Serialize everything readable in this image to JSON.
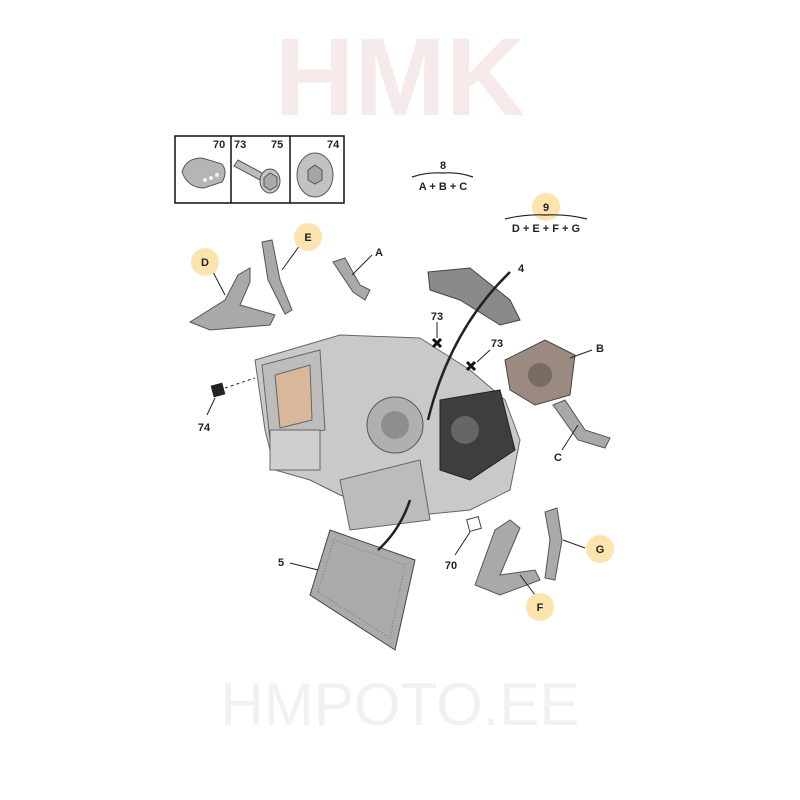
{
  "fastener_box": {
    "cells": [
      {
        "labels": [
          "70"
        ]
      },
      {
        "labels": [
          "73",
          "75"
        ]
      },
      {
        "labels": [
          "74"
        ]
      }
    ]
  },
  "kits": [
    {
      "number": "8",
      "components": "A + B + C",
      "highlighted": false
    },
    {
      "number": "9",
      "components": "D + E + F + G",
      "highlighted": true
    }
  ],
  "callouts": {
    "D": "D",
    "E": "E",
    "A": "A",
    "4": "4",
    "73a": "73",
    "73b": "73",
    "B": "B",
    "74": "74",
    "C": "C",
    "5": "5",
    "70": "70",
    "G": "G",
    "F": "F"
  },
  "watermark": {
    "top": "HMK",
    "bottom": "HMPOTO.EE"
  },
  "colors": {
    "highlight": "#fde3ad",
    "part": "#b9b9b9",
    "part_dark": "#555555",
    "watermark": "#f3e6e6"
  }
}
